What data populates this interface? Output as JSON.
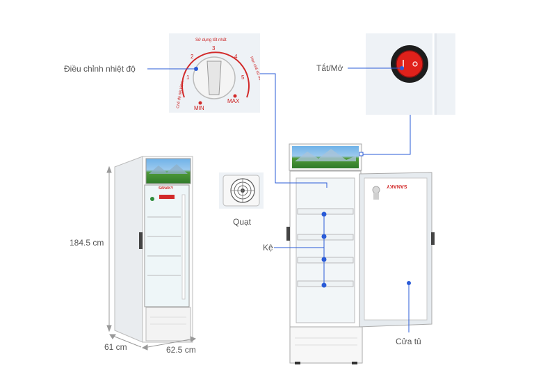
{
  "labels": {
    "temp_control": "Điều chỉnh nhiệt độ",
    "power": "Tắt/Mở",
    "fan": "Quạt",
    "shelf": "Kệ",
    "door": "Cửa tủ",
    "height": "184.5 cm",
    "depth": "61 cm",
    "width": "62.5 cm"
  },
  "dial": {
    "arc_top": "Sử dụng tốt nhất",
    "arc_right": "Hạn chế sử dụng",
    "arc_left": "Chế độ tiết kiệm",
    "numbers": [
      "1",
      "2",
      "3",
      "4",
      "5"
    ],
    "min": "MIN",
    "max": "MAX"
  },
  "brand": "SANAKY",
  "colors": {
    "accent_blue": "#2a5bd7",
    "dial_red": "#d22a2a",
    "switch_red": "#e0211b",
    "panel_bg": "#eef2f6"
  }
}
